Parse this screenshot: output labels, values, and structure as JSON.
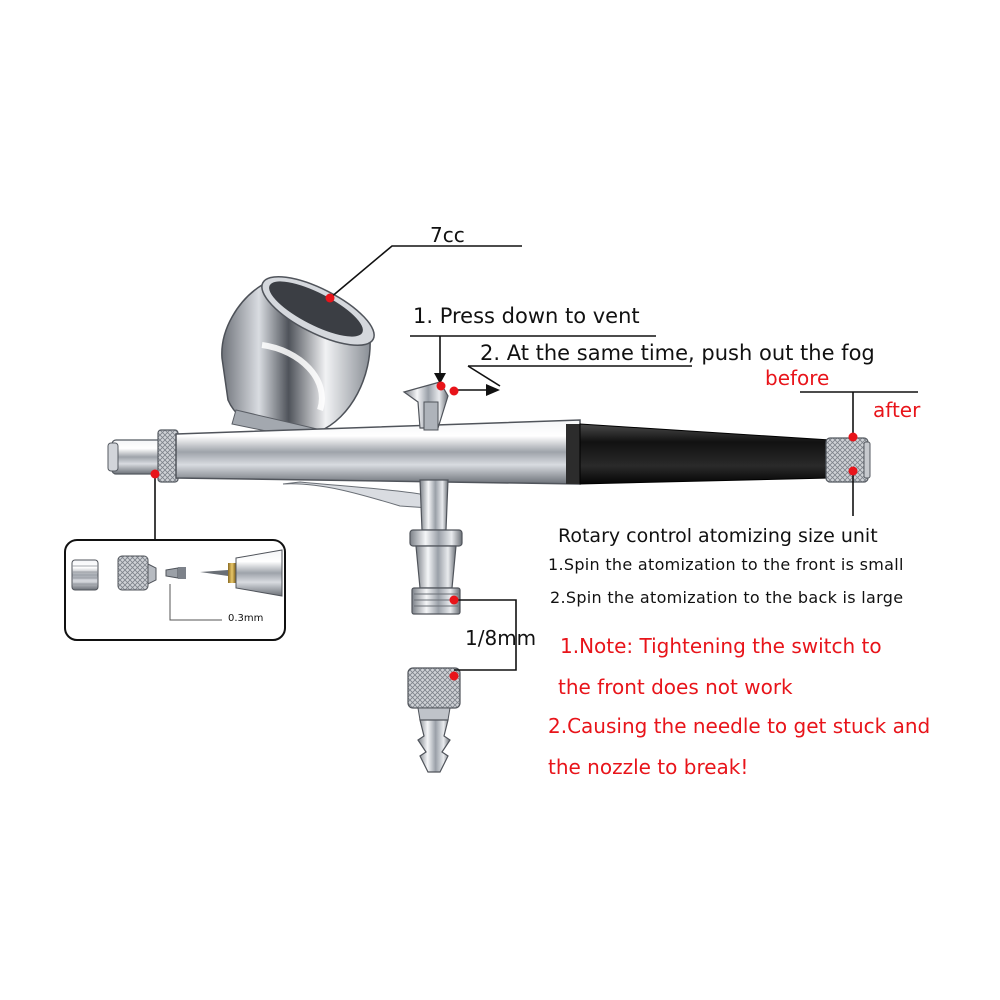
{
  "callouts": {
    "cup_capacity": "7cc",
    "press_vent": "1. Press down to vent",
    "push_fog": "2. At the same time, push out the fog",
    "before": "before",
    "after": "after",
    "rotary_title": "Rotary control atomizing size unit",
    "spin_front": "1.Spin the atomization to the front is small",
    "spin_back": "2.Spin the atomization to the back is large",
    "hose_size": "1/8mm",
    "nozzle_size": "0.3mm"
  },
  "notes": {
    "line1": "1.Note: Tightening the switch to",
    "line2": "the front does not work",
    "line3": "2.Causing the needle to get stuck and",
    "line4": "the nozzle to break!"
  },
  "colors": {
    "label_text": "#111111",
    "warning_text": "#e8141a",
    "marker_dot": "#e8141a",
    "chrome": "#c9ccd1",
    "handle": "#1a1a1a"
  }
}
